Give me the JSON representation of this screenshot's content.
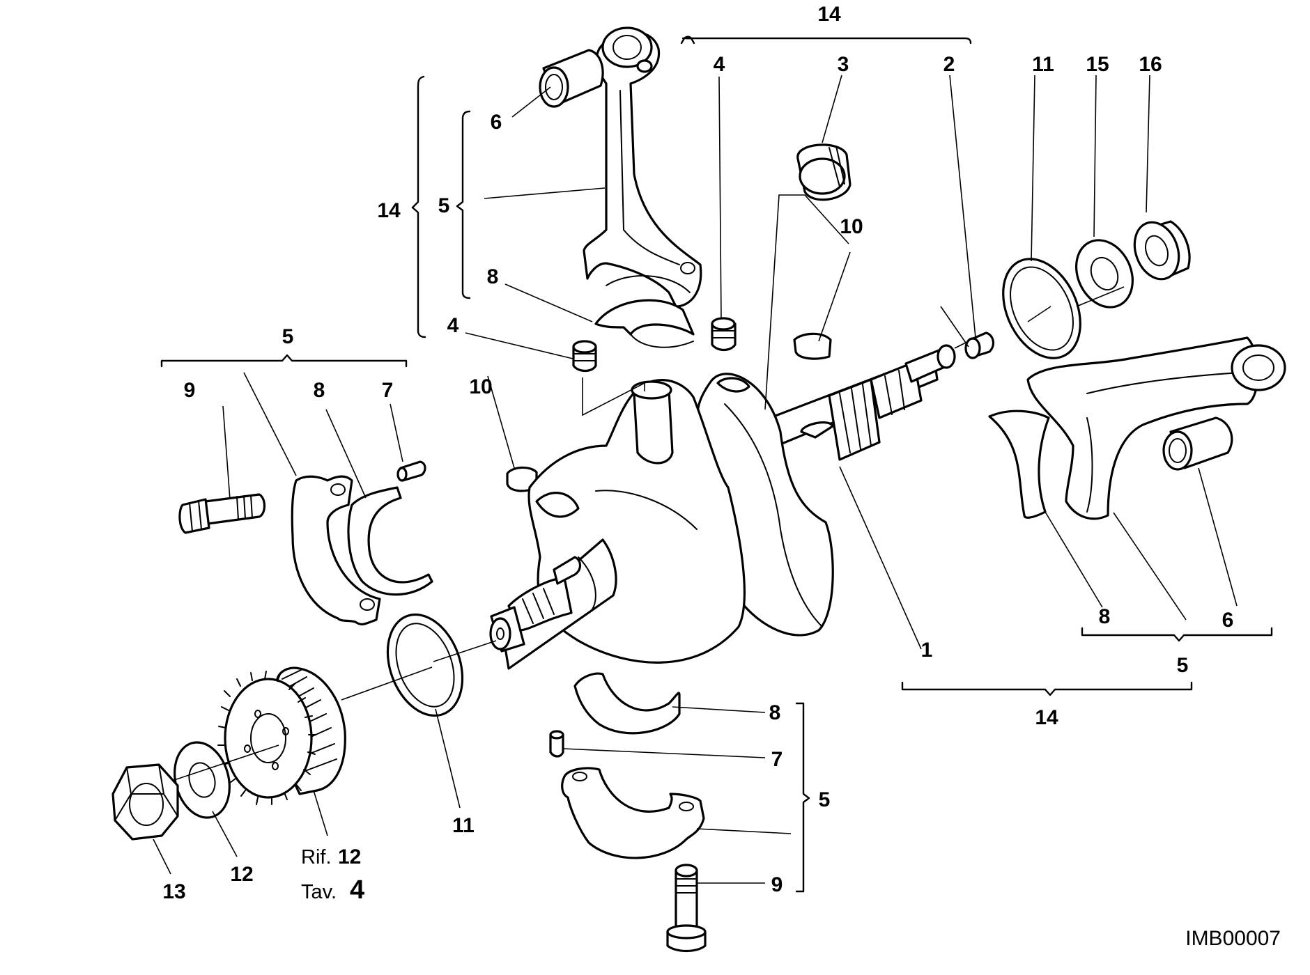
{
  "figure": {
    "code": "IMB00007",
    "reference": {
      "rif_label": "Rif.",
      "rif_value": "12",
      "tav_label": "Tav.",
      "tav_value": "4"
    }
  },
  "callouts": {
    "c14_top": "14",
    "c4_top": "4",
    "c3": "3",
    "c2": "2",
    "c11_right": "11",
    "c15": "15",
    "c16": "16",
    "c6_tl": "6",
    "c14_left": "14",
    "c5_left": "5",
    "c8_tl": "8",
    "c10_top": "10",
    "c4_mid": "4",
    "c5_bracket": "5",
    "c9_left": "9",
    "c8_left": "8",
    "c7_left": "7",
    "c10_mid": "10",
    "c8_right": "8",
    "c6_right": "6",
    "c5_right": "5",
    "c1": "1",
    "c14_bottom": "14",
    "c8_bottom": "8",
    "c7_bottom": "7",
    "c5_bottom": "5",
    "c9_bottom": "9",
    "c11_left": "11",
    "c13": "13",
    "c12": "12"
  }
}
